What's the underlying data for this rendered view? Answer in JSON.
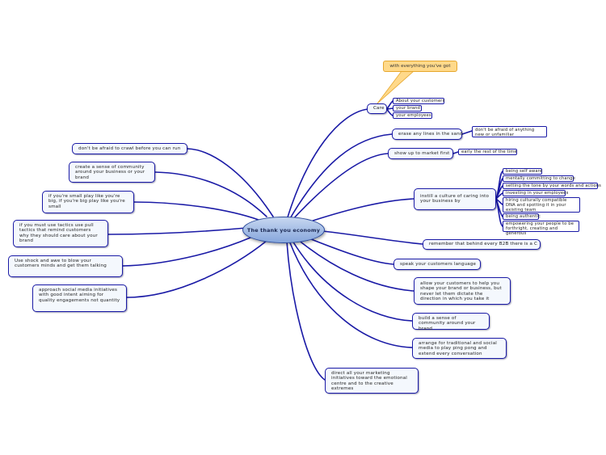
{
  "central": "The thank you economy",
  "callout": "with everything you've got",
  "care": {
    "label": "Care",
    "children": [
      "About your customers",
      "your brand",
      "your employees"
    ]
  },
  "erase": {
    "label": "erase any lines in the sand",
    "child": "don't be afraid of anything new or unfamiliar"
  },
  "show_up": {
    "label": "show up to market first",
    "child": "early the rest of the time"
  },
  "instill": {
    "label": "instill a culture of caring into your business by",
    "children": [
      "being self aware",
      "mentally committing to change",
      "setting the tone by your words and actions",
      "investing in your employees",
      "hiring culturally compatible DNA and spotting it in your existing team",
      "being authentic",
      "empowering your people to be forthright, creating and generous"
    ]
  },
  "right": {
    "remember": "remember that behind every B2B there is a C",
    "speak": "speak your customers language",
    "allow": "allow your customers to help you shape your brand or business, but never let them dictate the direction in which you take it",
    "build": "build a sense of community around your brand",
    "arrange": "arrange for traditional and social media to play ping pong and extend every conversation",
    "direct": "direct all your marketing initiatives toward the emotional centre and to the creative extremes"
  },
  "left": {
    "crawl": "don't be afraid to crawl before you can run",
    "community": "create a sense of community around your business or your brand",
    "small": "if you're small play like you're big, if you're big play like you're small",
    "pull": "if you must use tactics use pull tactics that remind customers why they should care about your brand",
    "shock": "Use shock and awe to blow your customers minds and get them talking",
    "approach": "approach social media initiatives with good intent aiming for quality engagements not quantity"
  },
  "colors": {
    "line": "#1a1aa6",
    "callout_fill": "#ffd98a",
    "callout_border": "#e6a72e",
    "central_fill": "#9fb8e6"
  }
}
